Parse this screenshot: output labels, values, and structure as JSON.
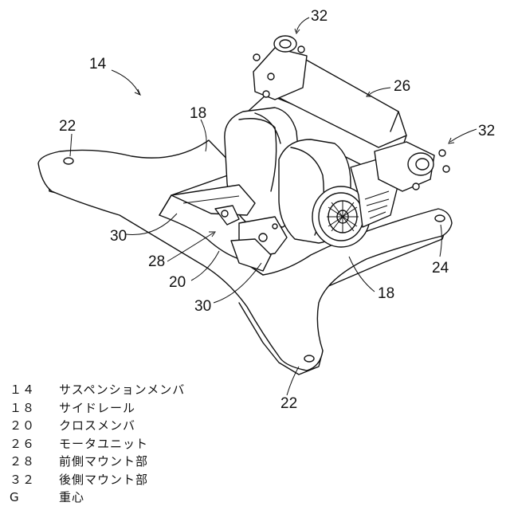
{
  "callouts": {
    "c14": "14",
    "c18a": "18",
    "c18b": "18",
    "c22a": "22",
    "c22b": "22",
    "c24": "24",
    "c26": "26",
    "c28": "28",
    "c20": "20",
    "c30a": "30",
    "c30b": "30",
    "c32a": "32",
    "c32b": "32"
  },
  "legend": [
    {
      "num": "１４",
      "name": "サスペンションメンバ"
    },
    {
      "num": "１８",
      "name": "サイドレール"
    },
    {
      "num": "２０",
      "name": "クロスメンバ"
    },
    {
      "num": "２６",
      "name": "モータユニット"
    },
    {
      "num": "２８",
      "name": "前側マウント部"
    },
    {
      "num": "３２",
      "name": "後側マウント部"
    },
    {
      "num": "G",
      "name": "重心"
    }
  ]
}
